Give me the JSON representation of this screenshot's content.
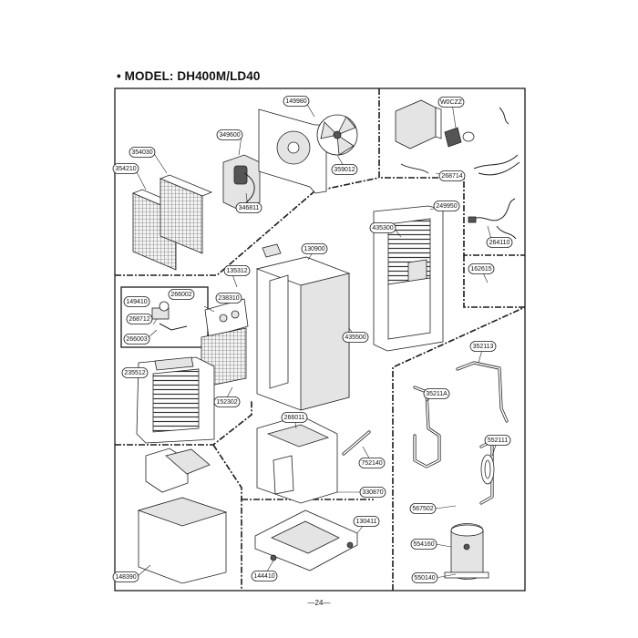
{
  "header": {
    "title": "• MODEL: DH400M/LD40"
  },
  "footer": {
    "page_number": "—24—"
  },
  "labels": [
    {
      "id": "149980",
      "text": "149980"
    },
    {
      "id": "349600",
      "text": "349600"
    },
    {
      "id": "354030",
      "text": "354030"
    },
    {
      "id": "354210",
      "text": "354210"
    },
    {
      "id": "359012",
      "text": "359012"
    },
    {
      "id": "346811",
      "text": "346811"
    },
    {
      "id": "w0czz",
      "text": "W0CZZ"
    },
    {
      "id": "268714",
      "text": "268714"
    },
    {
      "id": "249950",
      "text": "249950"
    },
    {
      "id": "264110",
      "text": "264110"
    },
    {
      "id": "435300",
      "text": "435300"
    },
    {
      "id": "130900",
      "text": "130900"
    },
    {
      "id": "135312",
      "text": "135312"
    },
    {
      "id": "149410",
      "text": "149410"
    },
    {
      "id": "266002",
      "text": "266002"
    },
    {
      "id": "238310",
      "text": "238310"
    },
    {
      "id": "268712",
      "text": "268712"
    },
    {
      "id": "266003",
      "text": "266003"
    },
    {
      "id": "435500",
      "text": "435500"
    },
    {
      "id": "162615",
      "text": "162615"
    },
    {
      "id": "352113",
      "text": "352113"
    },
    {
      "id": "235512",
      "text": "235512"
    },
    {
      "id": "152302",
      "text": "152302"
    },
    {
      "id": "266011",
      "text": "266011"
    },
    {
      "id": "35211a",
      "text": "35211A"
    },
    {
      "id": "552111",
      "text": "552111"
    },
    {
      "id": "752140",
      "text": "752140"
    },
    {
      "id": "330870",
      "text": "330870"
    },
    {
      "id": "567502",
      "text": "567502"
    },
    {
      "id": "130411",
      "text": "130411"
    },
    {
      "id": "554160",
      "text": "554160"
    },
    {
      "id": "148390",
      "text": "148390"
    },
    {
      "id": "144410",
      "text": "144410"
    },
    {
      "id": "550140",
      "text": "550140"
    }
  ]
}
